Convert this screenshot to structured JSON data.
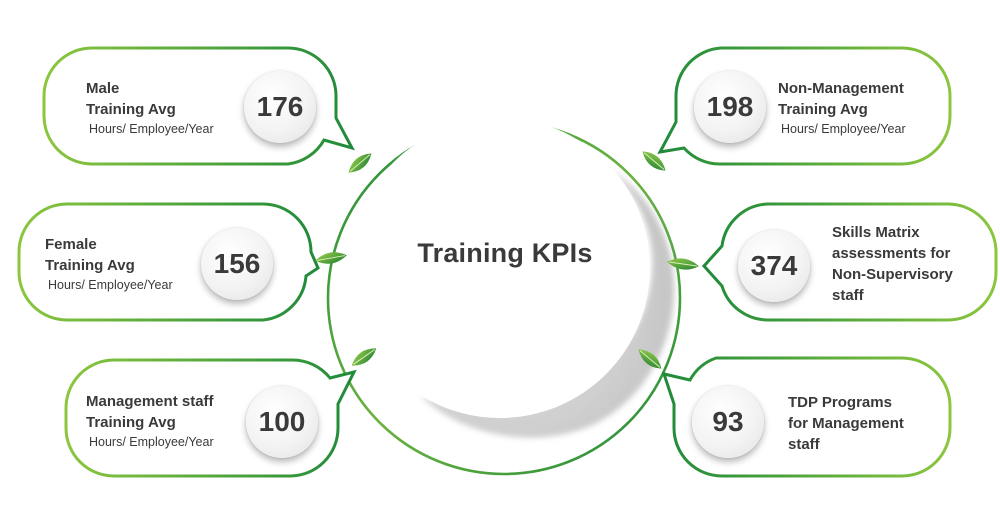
{
  "center": {
    "title": "Training KPIs"
  },
  "kpis": {
    "male": {
      "value": "176",
      "title": "Male\nTraining Avg",
      "subtitle": "Hours/ Employee/Year"
    },
    "female": {
      "value": "156",
      "title": "Female\nTraining Avg",
      "subtitle": "Hours/ Employee/Year"
    },
    "management": {
      "value": "100",
      "title": "Management staff\nTraining Avg",
      "subtitle": "Hours/ Employee/Year"
    },
    "non_management": {
      "value": "198",
      "title": "Non-Management\nTraining Avg",
      "subtitle": "Hours/ Employee/Year"
    },
    "skills_matrix": {
      "value": "374",
      "title": "Skills Matrix\nassessments for\nNon-Supervisory\nstaff"
    },
    "tdp": {
      "value": "93",
      "title": "TDP Programs\nfor Management\nstaff"
    }
  },
  "colors": {
    "green_dark": "#1f8a3a",
    "green_light": "#8cc63f",
    "text": "#3a3a3a"
  }
}
